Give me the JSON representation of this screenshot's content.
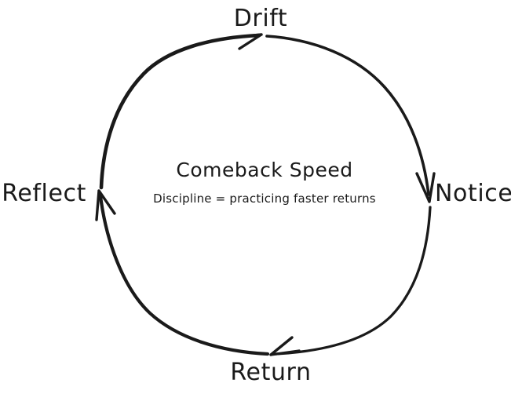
{
  "diagram": {
    "type": "cycle",
    "background_color": "#ffffff",
    "stroke_color": "#1a1a1a",
    "style": "hand-drawn",
    "center": {
      "title": "Comeback Speed",
      "subtitle": "Discipline = practicing faster returns"
    },
    "nodes": [
      {
        "id": "drift",
        "label": "Drift",
        "position": "top"
      },
      {
        "id": "notice",
        "label": "Notice",
        "position": "right"
      },
      {
        "id": "return",
        "label": "Return",
        "position": "bottom"
      },
      {
        "id": "reflect",
        "label": "Reflect",
        "position": "left"
      }
    ],
    "edges": [
      {
        "from": "reflect",
        "to": "drift",
        "direction": "clockwise"
      },
      {
        "from": "drift",
        "to": "notice",
        "direction": "clockwise"
      },
      {
        "from": "notice",
        "to": "return",
        "direction": "clockwise"
      },
      {
        "from": "return",
        "to": "reflect",
        "direction": "clockwise"
      }
    ]
  }
}
